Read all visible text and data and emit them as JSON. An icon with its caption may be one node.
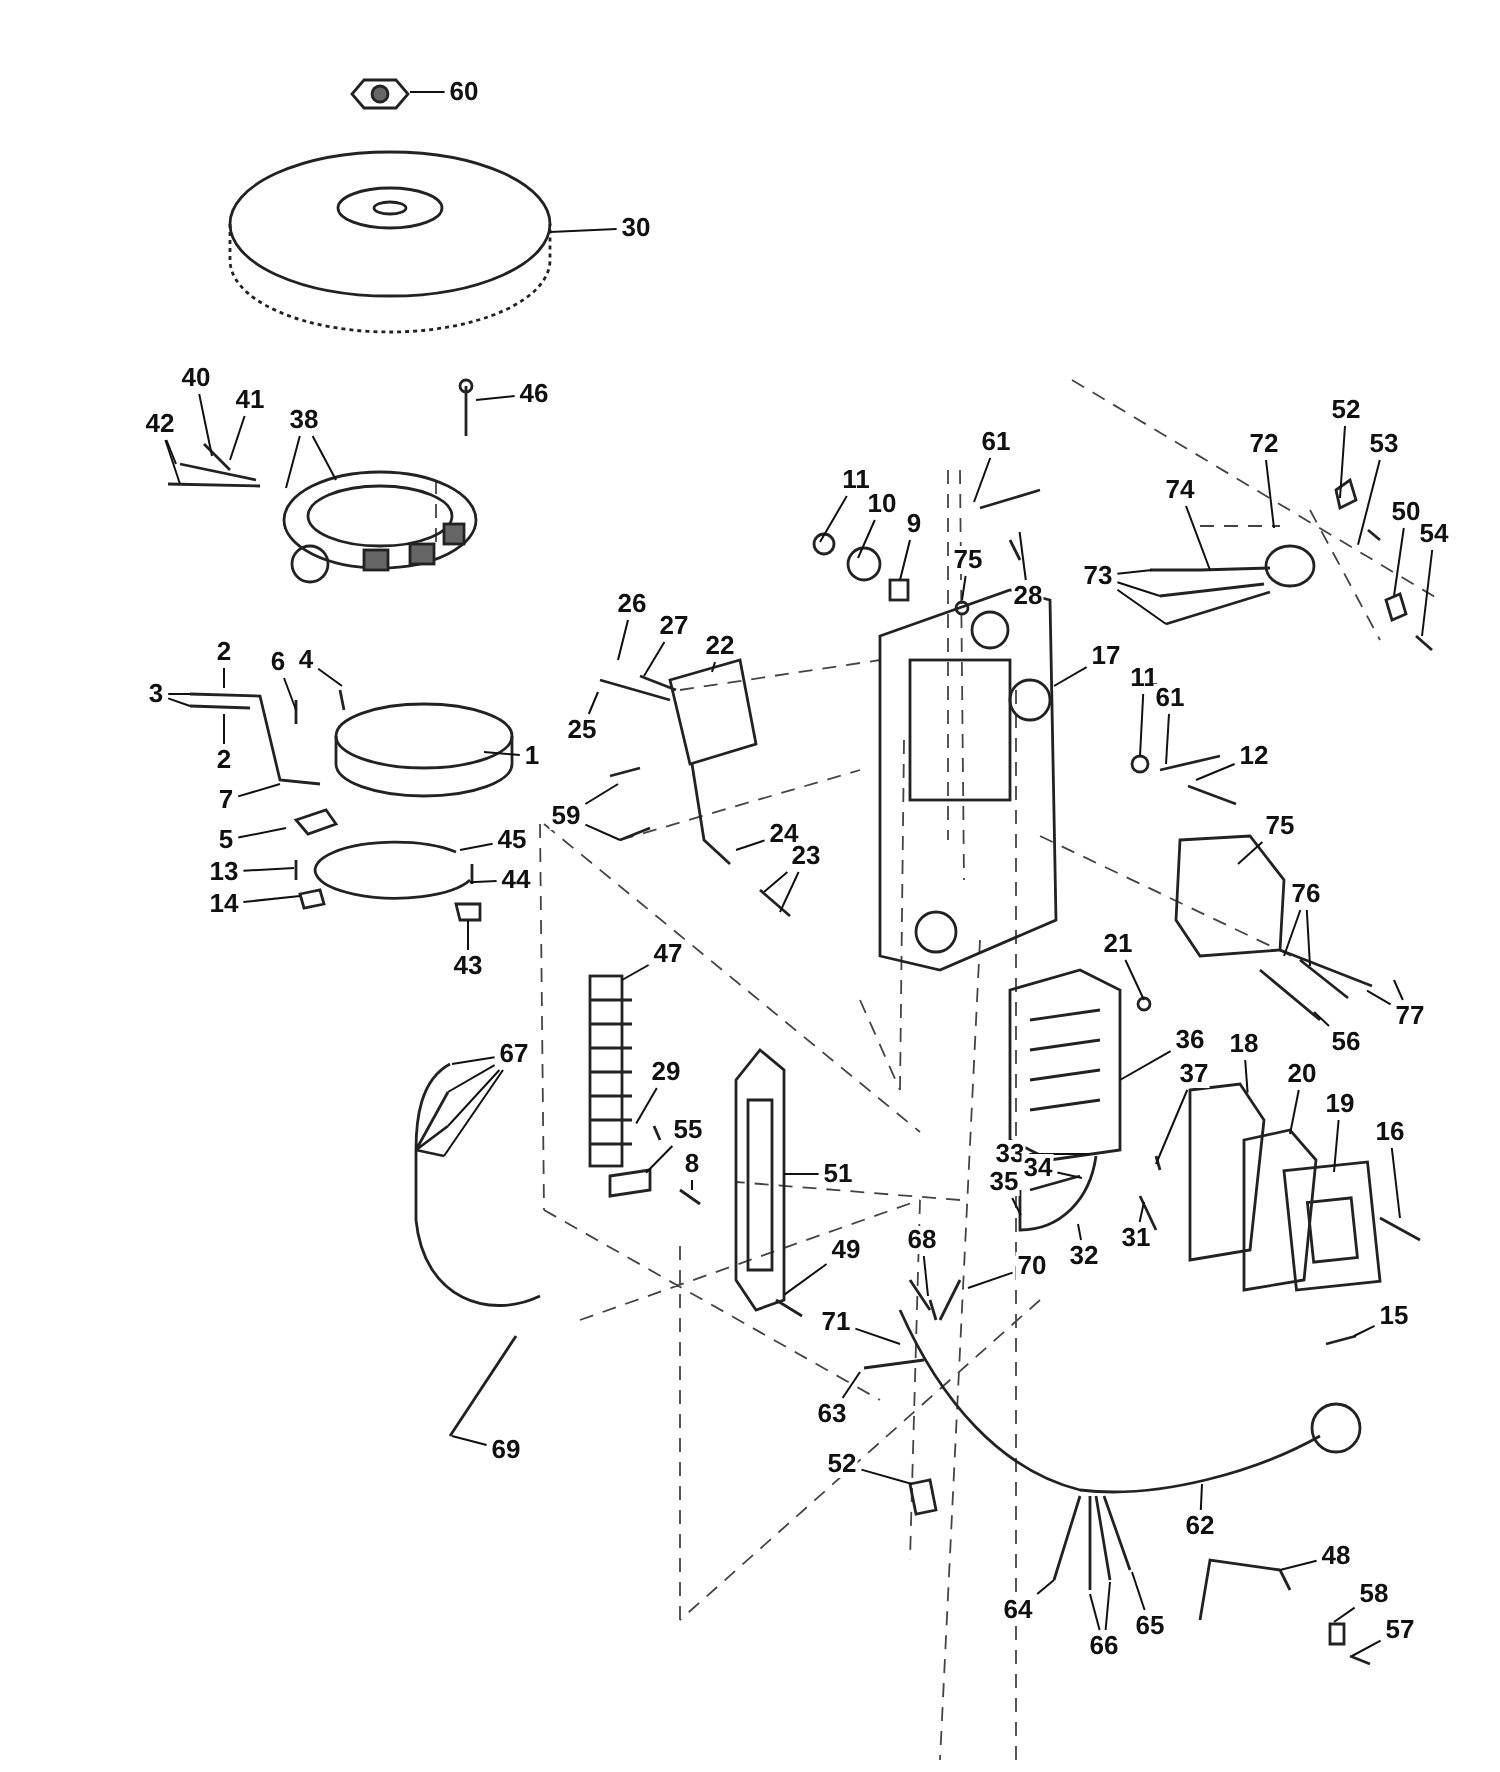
{
  "diagram": {
    "nodes": [
      {
        "text": [
          "60"
        ]
      },
      {
        "text": [
          "30"
        ]
      },
      {
        "text": [
          "46"
        ]
      },
      {
        "text": [
          "40"
        ]
      },
      {
        "text": [
          "41"
        ]
      },
      {
        "text": [
          "42"
        ]
      },
      {
        "text": [
          "38"
        ]
      },
      {
        "text": [
          "61"
        ]
      },
      {
        "text": [
          "52"
        ]
      },
      {
        "text": [
          "72"
        ]
      },
      {
        "text": [
          "53"
        ]
      },
      {
        "text": [
          "11"
        ]
      },
      {
        "text": [
          "10"
        ]
      },
      {
        "text": [
          "9"
        ]
      },
      {
        "text": [
          "74"
        ]
      },
      {
        "text": [
          "50"
        ]
      },
      {
        "text": [
          "54"
        ]
      },
      {
        "text": [
          "73"
        ]
      },
      {
        "text": [
          "75"
        ]
      },
      {
        "text": [
          "28"
        ]
      },
      {
        "text": [
          "26"
        ]
      },
      {
        "text": [
          "27"
        ]
      },
      {
        "text": [
          "22"
        ]
      },
      {
        "text": [
          "2"
        ]
      },
      {
        "text": [
          "3"
        ]
      },
      {
        "text": [
          "6"
        ]
      },
      {
        "text": [
          "4"
        ]
      },
      {
        "text": [
          "2"
        ]
      },
      {
        "text": [
          "25"
        ]
      },
      {
        "text": [
          "1"
        ]
      },
      {
        "text": [
          "17"
        ]
      },
      {
        "text": [
          "11"
        ]
      },
      {
        "text": [
          "61"
        ]
      },
      {
        "text": [
          "12"
        ]
      },
      {
        "text": [
          "59"
        ]
      },
      {
        "text": [
          "7"
        ]
      },
      {
        "text": [
          "5"
        ]
      },
      {
        "text": [
          "45"
        ]
      },
      {
        "text": [
          "24"
        ]
      },
      {
        "text": [
          "23"
        ]
      },
      {
        "text": [
          "13"
        ]
      },
      {
        "text": [
          "44"
        ]
      },
      {
        "text": [
          "14"
        ]
      },
      {
        "text": [
          "43"
        ]
      },
      {
        "text": [
          "75"
        ]
      },
      {
        "text": [
          "76"
        ]
      },
      {
        "text": [
          "21"
        ]
      },
      {
        "text": [
          "77"
        ]
      },
      {
        "text": [
          "56"
        ]
      },
      {
        "text": [
          "47"
        ]
      },
      {
        "text": [
          "67"
        ]
      },
      {
        "text": [
          "36"
        ]
      },
      {
        "text": [
          "18"
        ]
      },
      {
        "text": [
          "20"
        ]
      },
      {
        "text": [
          "19"
        ]
      },
      {
        "text": [
          "37"
        ]
      },
      {
        "text": [
          "29"
        ]
      },
      {
        "text": [
          "55"
        ]
      },
      {
        "text": [
          "16"
        ]
      },
      {
        "text": [
          "8"
        ]
      },
      {
        "text": [
          "51"
        ]
      },
      {
        "text": [
          "33"
        ]
      },
      {
        "text": [
          "34"
        ]
      },
      {
        "text": [
          "35"
        ]
      },
      {
        "text": [
          "32"
        ]
      },
      {
        "text": [
          "31"
        ]
      },
      {
        "text": [
          "68"
        ]
      },
      {
        "text": [
          "70"
        ]
      },
      {
        "text": [
          "49"
        ]
      },
      {
        "text": [
          "15"
        ]
      },
      {
        "text": [
          "71"
        ]
      },
      {
        "text": [
          "63"
        ]
      },
      {
        "text": [
          "69"
        ]
      },
      {
        "text": [
          "52"
        ]
      },
      {
        "text": [
          "62"
        ]
      },
      {
        "text": [
          "48"
        ]
      },
      {
        "text": [
          "58"
        ]
      },
      {
        "text": [
          "64"
        ]
      },
      {
        "text": [
          "57"
        ]
      },
      {
        "text": [
          "66"
        ]
      },
      {
        "text": [
          "65"
        ]
      }
    ],
    "edges": [
      {
        "from": 0,
        "to": null,
        "arrow": "none"
      },
      {
        "from": 1,
        "to": null,
        "arrow": "none"
      },
      {
        "from": 2,
        "to": null,
        "arrow": "none"
      },
      {
        "from": 3,
        "to": null,
        "arrow": "none"
      },
      {
        "from": 4,
        "to": null,
        "arrow": "none"
      },
      {
        "from": 5,
        "to": null,
        "arrow": "none"
      },
      {
        "from": 5,
        "to": null,
        "arrow": "none"
      },
      {
        "from": 6,
        "to": null,
        "arrow": "none"
      },
      {
        "from": 6,
        "to": null,
        "arrow": "none"
      },
      {
        "from": 7,
        "to": null,
        "arrow": "none"
      },
      {
        "from": 8,
        "to": null,
        "arrow": "none"
      },
      {
        "from": 9,
        "to": null,
        "arrow": "none"
      },
      {
        "from": 10,
        "to": null,
        "arrow": "none"
      },
      {
        "from": 11,
        "to": null,
        "arrow": "none"
      },
      {
        "from": 12,
        "to": null,
        "arrow": "none"
      },
      {
        "from": 13,
        "to": null,
        "arrow": "none"
      },
      {
        "from": 14,
        "to": null,
        "arrow": "none"
      },
      {
        "from": 15,
        "to": null,
        "arrow": "none"
      },
      {
        "from": 16,
        "to": null,
        "arrow": "none"
      },
      {
        "from": 17,
        "to": null,
        "arrow": "none"
      },
      {
        "from": 17,
        "to": null,
        "arrow": "none"
      },
      {
        "from": 17,
        "to": null,
        "arrow": "none"
      },
      {
        "from": 18,
        "to": null,
        "arrow": "none"
      },
      {
        "from": 19,
        "to": null,
        "arrow": "none"
      },
      {
        "from": 20,
        "to": null,
        "arrow": "none"
      },
      {
        "from": 21,
        "to": null,
        "arrow": "none"
      },
      {
        "from": 22,
        "to": null,
        "arrow": "none"
      },
      {
        "from": 23,
        "to": null,
        "arrow": "none"
      },
      {
        "from": 24,
        "to": null,
        "arrow": "none"
      },
      {
        "from": 24,
        "to": null,
        "arrow": "none"
      },
      {
        "from": 25,
        "to": null,
        "arrow": "none"
      },
      {
        "from": 26,
        "to": null,
        "arrow": "none"
      },
      {
        "from": 27,
        "to": null,
        "arrow": "none"
      },
      {
        "from": 28,
        "to": null,
        "arrow": "none"
      },
      {
        "from": 29,
        "to": null,
        "arrow": "none"
      },
      {
        "from": 30,
        "to": null,
        "arrow": "none"
      },
      {
        "from": 31,
        "to": null,
        "arrow": "none"
      },
      {
        "from": 32,
        "to": null,
        "arrow": "none"
      },
      {
        "from": 33,
        "to": null,
        "arrow": "none"
      },
      {
        "from": 34,
        "to": null,
        "arrow": "none"
      },
      {
        "from": 34,
        "to": null,
        "arrow": "none"
      },
      {
        "from": 35,
        "to": null,
        "arrow": "none"
      },
      {
        "from": 36,
        "to": null,
        "arrow": "none"
      },
      {
        "from": 37,
        "to": null,
        "arrow": "none"
      },
      {
        "from": 38,
        "to": null,
        "arrow": "none"
      },
      {
        "from": 39,
        "to": null,
        "arrow": "none"
      },
      {
        "from": 39,
        "to": null,
        "arrow": "none"
      },
      {
        "from": 40,
        "to": null,
        "arrow": "none"
      },
      {
        "from": 41,
        "to": null,
        "arrow": "none"
      },
      {
        "from": 42,
        "to": null,
        "arrow": "none"
      },
      {
        "from": 43,
        "to": null,
        "arrow": "none"
      },
      {
        "from": 44,
        "to": null,
        "arrow": "none"
      },
      {
        "from": 45,
        "to": null,
        "arrow": "none"
      },
      {
        "from": 45,
        "to": null,
        "arrow": "none"
      },
      {
        "from": 46,
        "to": null,
        "arrow": "none"
      },
      {
        "from": 47,
        "to": null,
        "arrow": "none"
      },
      {
        "from": 47,
        "to": null,
        "arrow": "none"
      },
      {
        "from": 48,
        "to": null,
        "arrow": "none"
      },
      {
        "from": 49,
        "to": null,
        "arrow": "none"
      },
      {
        "from": 50,
        "to": null,
        "arrow": "none"
      },
      {
        "from": 50,
        "to": null,
        "arrow": "none"
      },
      {
        "from": 50,
        "to": null,
        "arrow": "none"
      },
      {
        "from": 50,
        "to": null,
        "arrow": "none"
      },
      {
        "from": 51,
        "to": null,
        "arrow": "none"
      },
      {
        "from": 52,
        "to": null,
        "arrow": "none"
      },
      {
        "from": 53,
        "to": null,
        "arrow": "none"
      },
      {
        "from": 54,
        "to": null,
        "arrow": "none"
      },
      {
        "from": 55,
        "to": null,
        "arrow": "none"
      },
      {
        "from": 56,
        "to": null,
        "arrow": "none"
      },
      {
        "from": 57,
        "to": null,
        "arrow": "none"
      },
      {
        "from": 58,
        "to": null,
        "arrow": "none"
      },
      {
        "from": 59,
        "to": null,
        "arrow": "none"
      },
      {
        "from": 60,
        "to": null,
        "arrow": "none"
      },
      {
        "from": 61,
        "to": null,
        "arrow": "none"
      },
      {
        "from": 62,
        "to": null,
        "arrow": "none"
      },
      {
        "from": 63,
        "to": null,
        "arrow": "none"
      },
      {
        "from": 64,
        "to": null,
        "arrow": "none"
      },
      {
        "from": 65,
        "to": null,
        "arrow": "none"
      },
      {
        "from": 66,
        "to": null,
        "arrow": "none"
      },
      {
        "from": 67,
        "to": null,
        "arrow": "none"
      },
      {
        "from": 68,
        "to": null,
        "arrow": "none"
      },
      {
        "from": 69,
        "to": null,
        "arrow": "none"
      },
      {
        "from": 70,
        "to": null,
        "arrow": "none"
      },
      {
        "from": 71,
        "to": null,
        "arrow": "none"
      },
      {
        "from": 72,
        "to": null,
        "arrow": "none"
      },
      {
        "from": 73,
        "to": null,
        "arrow": "none"
      },
      {
        "from": 74,
        "to": null,
        "arrow": "none"
      },
      {
        "from": 75,
        "to": null,
        "arrow": "none"
      },
      {
        "from": 76,
        "to": null,
        "arrow": "none"
      },
      {
        "from": 77,
        "to": null,
        "arrow": "none"
      },
      {
        "from": 78,
        "to": null,
        "arrow": "none"
      },
      {
        "from": 79,
        "to": null,
        "arrow": "none"
      },
      {
        "from": 79,
        "to": null,
        "arrow": "none"
      },
      {
        "from": 80,
        "to": null,
        "arrow": "none"
      }
    ]
  }
}
